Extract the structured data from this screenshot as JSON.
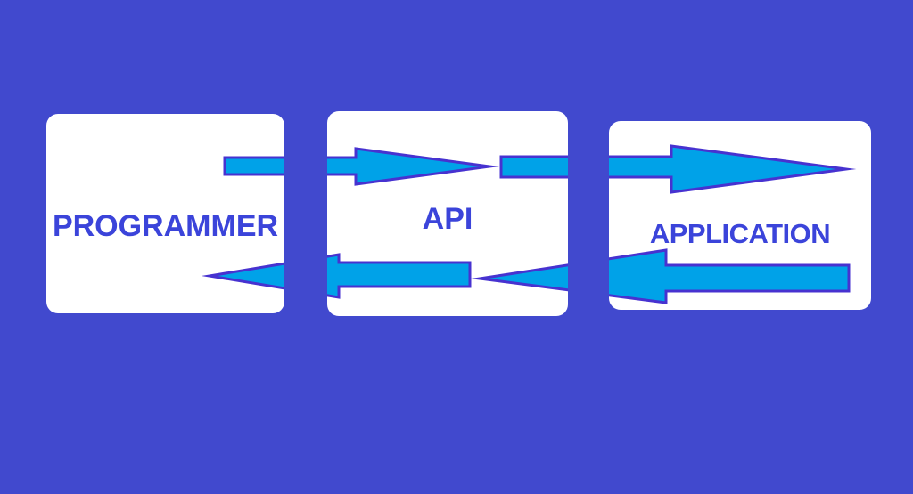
{
  "colors": {
    "background": "#4149CE",
    "box_fill": "#FFFFFF",
    "arrow_fill": "#00A2E8",
    "arrow_outline": "#4732D0",
    "label_color": "#3B44DA"
  },
  "diagram": {
    "boxes": [
      {
        "label": "PROGRAMMER"
      },
      {
        "label": "API"
      },
      {
        "label": "APPLICATION"
      }
    ],
    "arrows": [
      {
        "name": "programmer-to-api",
        "lane": "top",
        "direction": "right"
      },
      {
        "name": "api-to-application",
        "lane": "top",
        "direction": "right"
      },
      {
        "name": "api-to-programmer",
        "lane": "bottom",
        "direction": "left"
      },
      {
        "name": "application-to-api",
        "lane": "bottom",
        "direction": "left"
      }
    ]
  }
}
